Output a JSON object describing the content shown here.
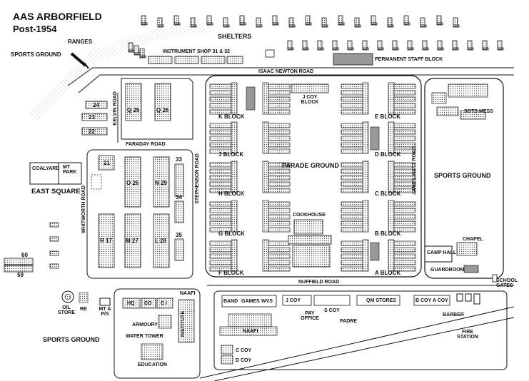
{
  "title": "AAS ARBORFIELD",
  "subtitle": "Post-1954",
  "labels": {
    "shelters": "SHELTERS",
    "ranges": "RANGES",
    "sports_ground_nw": "SPORTS GROUND",
    "instrument_shop": "INSTRUMENT SHOP 31 & 32",
    "permanent_staff": "PERMANENT STAFF BLOCK",
    "isaac_newton": "ISAAC NEWTON ROAD",
    "kelvin_road": "KELVIN ROAD",
    "faraday_road": "FARADAY ROAD",
    "stephenson_road": "STEPHENSON ROAD",
    "whitworth_road": "WHITWORTH ROAD",
    "james_watt_road": "JAMES WATT ROAD",
    "nuffield_road": "NUFFIELD ROAD",
    "b24": "24",
    "b23": "23",
    "b22": "22",
    "q25": "Q 25",
    "q26": "Q 26",
    "b21": "21",
    "o26": "O 26",
    "n29": "N 29",
    "b33": "33",
    "b34": "34",
    "b35": "35",
    "r17": "R 17",
    "m27": "M 27",
    "l28": "L 28",
    "coalyard": "COALYARD",
    "mt_park": "MT PARK",
    "east_square": "EAST SQUARE",
    "b60": "60",
    "b59": "59",
    "k_block": "K BLOCK",
    "j_block": "J BLOCK",
    "h_block": "H BLOCK",
    "g_block": "G BLOCK",
    "f_block": "F BLOCK",
    "e_block": "E BLOCK",
    "d_block": "D BLOCK",
    "c_block": "C BLOCK",
    "b_block": "B BLOCK",
    "a_block": "A BLOCK",
    "j_coy_block": "J COY BLOCK",
    "parade_ground": "PARADE GROUND",
    "cookhouse": "COOKHOUSE",
    "sgts_mess": "SGTS MESS",
    "sports_ground_e": "SPORTS GROUND",
    "chapel": "CHAPEL",
    "camp_hall": "CAMP HALL",
    "guardroom": "GUARDROOM",
    "school_gates": "SCHOOL GATES",
    "oil_store": "OIL STORE",
    "re": "RE",
    "mt_ps": "MT & P/S",
    "hq": "HQ",
    "co": "CO",
    "ci": "C I",
    "naafi_small": "NAAFI",
    "armoury": "ARMOURY",
    "water_tower": "WATER TOWER",
    "institute": "INSTITUTE",
    "education": "EDUCATION",
    "sports_ground_sw": "SPORTS GROUND",
    "band": "BAND",
    "games": "GAMES",
    "wvs": "WVS",
    "naafi": "NAAFI",
    "j_coy": "J COY",
    "pay_office": "PAY OFFICE",
    "s_coy": "S COY",
    "padre": "PADRE",
    "qm_stores": "QM STORES",
    "b_coy": "B COY",
    "a_coy": "A COY",
    "barber": "BARBER",
    "fire_station": "FIRE STATION",
    "c_coy": "C COY",
    "d_coy": "D COY"
  }
}
